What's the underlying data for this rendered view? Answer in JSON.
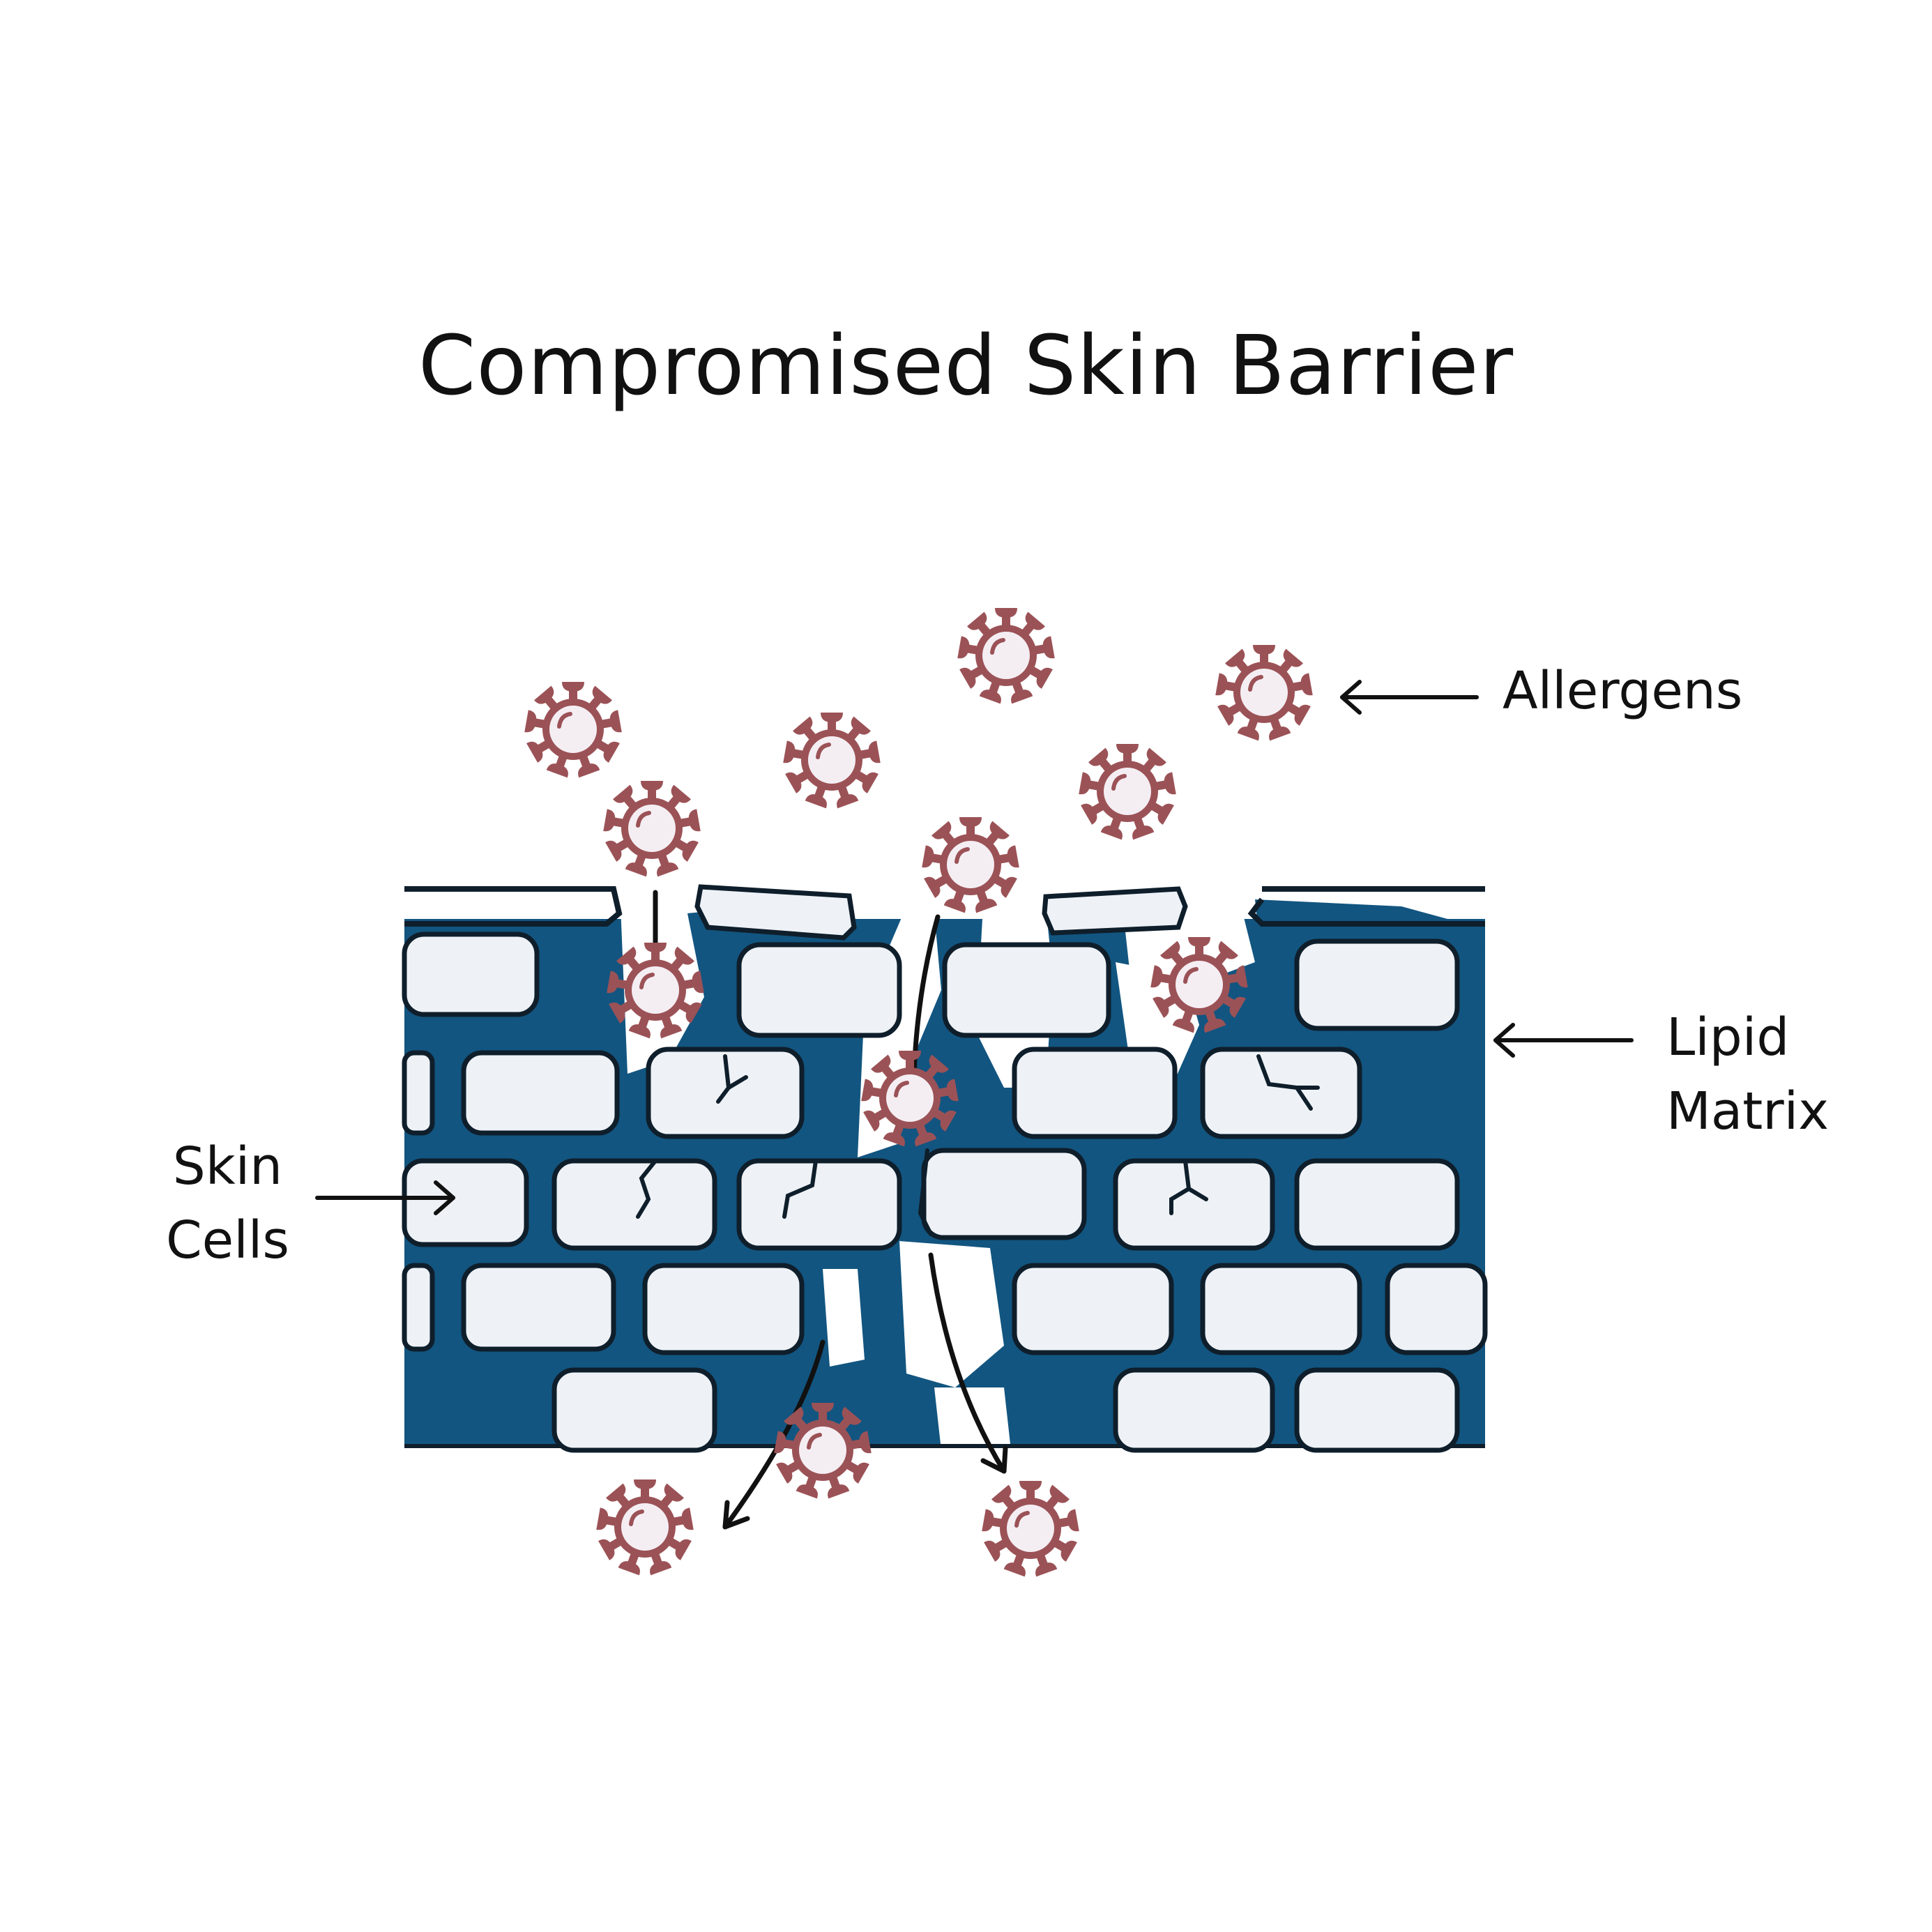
{
  "title": "Compromised Skin Barrier",
  "labels": {
    "allergens": "Allergens",
    "lipid_matrix": [
      "Lipid",
      "Matrix"
    ],
    "skin_cells": [
      "Skin",
      "Cells"
    ]
  },
  "colors": {
    "lipid_matrix": "#125580",
    "skin_cell_fill": "#eef2f6",
    "skin_cell_outline": "#0f1e2b",
    "allergen": "#9b5256",
    "allergen_body": "#f4eef3",
    "arrow": "#111111"
  },
  "icons": {
    "allergen": "virus-particle-icon",
    "arrow": "arrow-icon"
  }
}
